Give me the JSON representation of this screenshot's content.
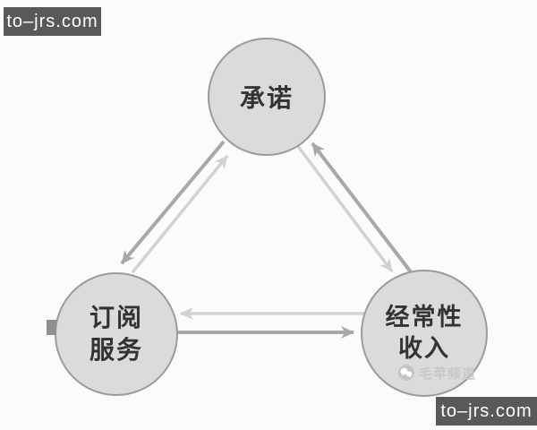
{
  "watermarks": {
    "top_left": "to–jrs.com",
    "bottom_right": "to–jrs.com",
    "channel": "毛苹频道"
  },
  "diagram": {
    "nodes": [
      {
        "id": "commitment",
        "lines": [
          "承诺"
        ]
      },
      {
        "id": "subscription-service",
        "lines": [
          "订阅",
          "服务"
        ]
      },
      {
        "id": "recurring-revenue",
        "lines": [
          "经常性",
          "收入"
        ]
      }
    ],
    "edges": [
      {
        "from": "承诺",
        "to": "订阅服务",
        "style": "dark"
      },
      {
        "from": "订阅服务",
        "to": "承诺",
        "style": "light"
      },
      {
        "from": "经常性收入",
        "to": "承诺",
        "style": "dark"
      },
      {
        "from": "承诺",
        "to": "经常性收入",
        "style": "light"
      },
      {
        "from": "订阅服务",
        "to": "经常性收入",
        "style": "dark"
      },
      {
        "from": "经常性收入",
        "to": "订阅服务",
        "style": "light"
      }
    ]
  },
  "colors": {
    "background": "#fbfbfb",
    "node_fill": "#dbdbdb",
    "node_border": "#9b9b9b",
    "node_text": "#333333",
    "arrow_dark": "#a8a8a8",
    "arrow_light": "#d2d2d2",
    "watermark_bg": "#595959",
    "watermark_text": "#ffffff",
    "channel_text": "#c8c8c8",
    "artifact_gray": "#8f8f8f"
  }
}
